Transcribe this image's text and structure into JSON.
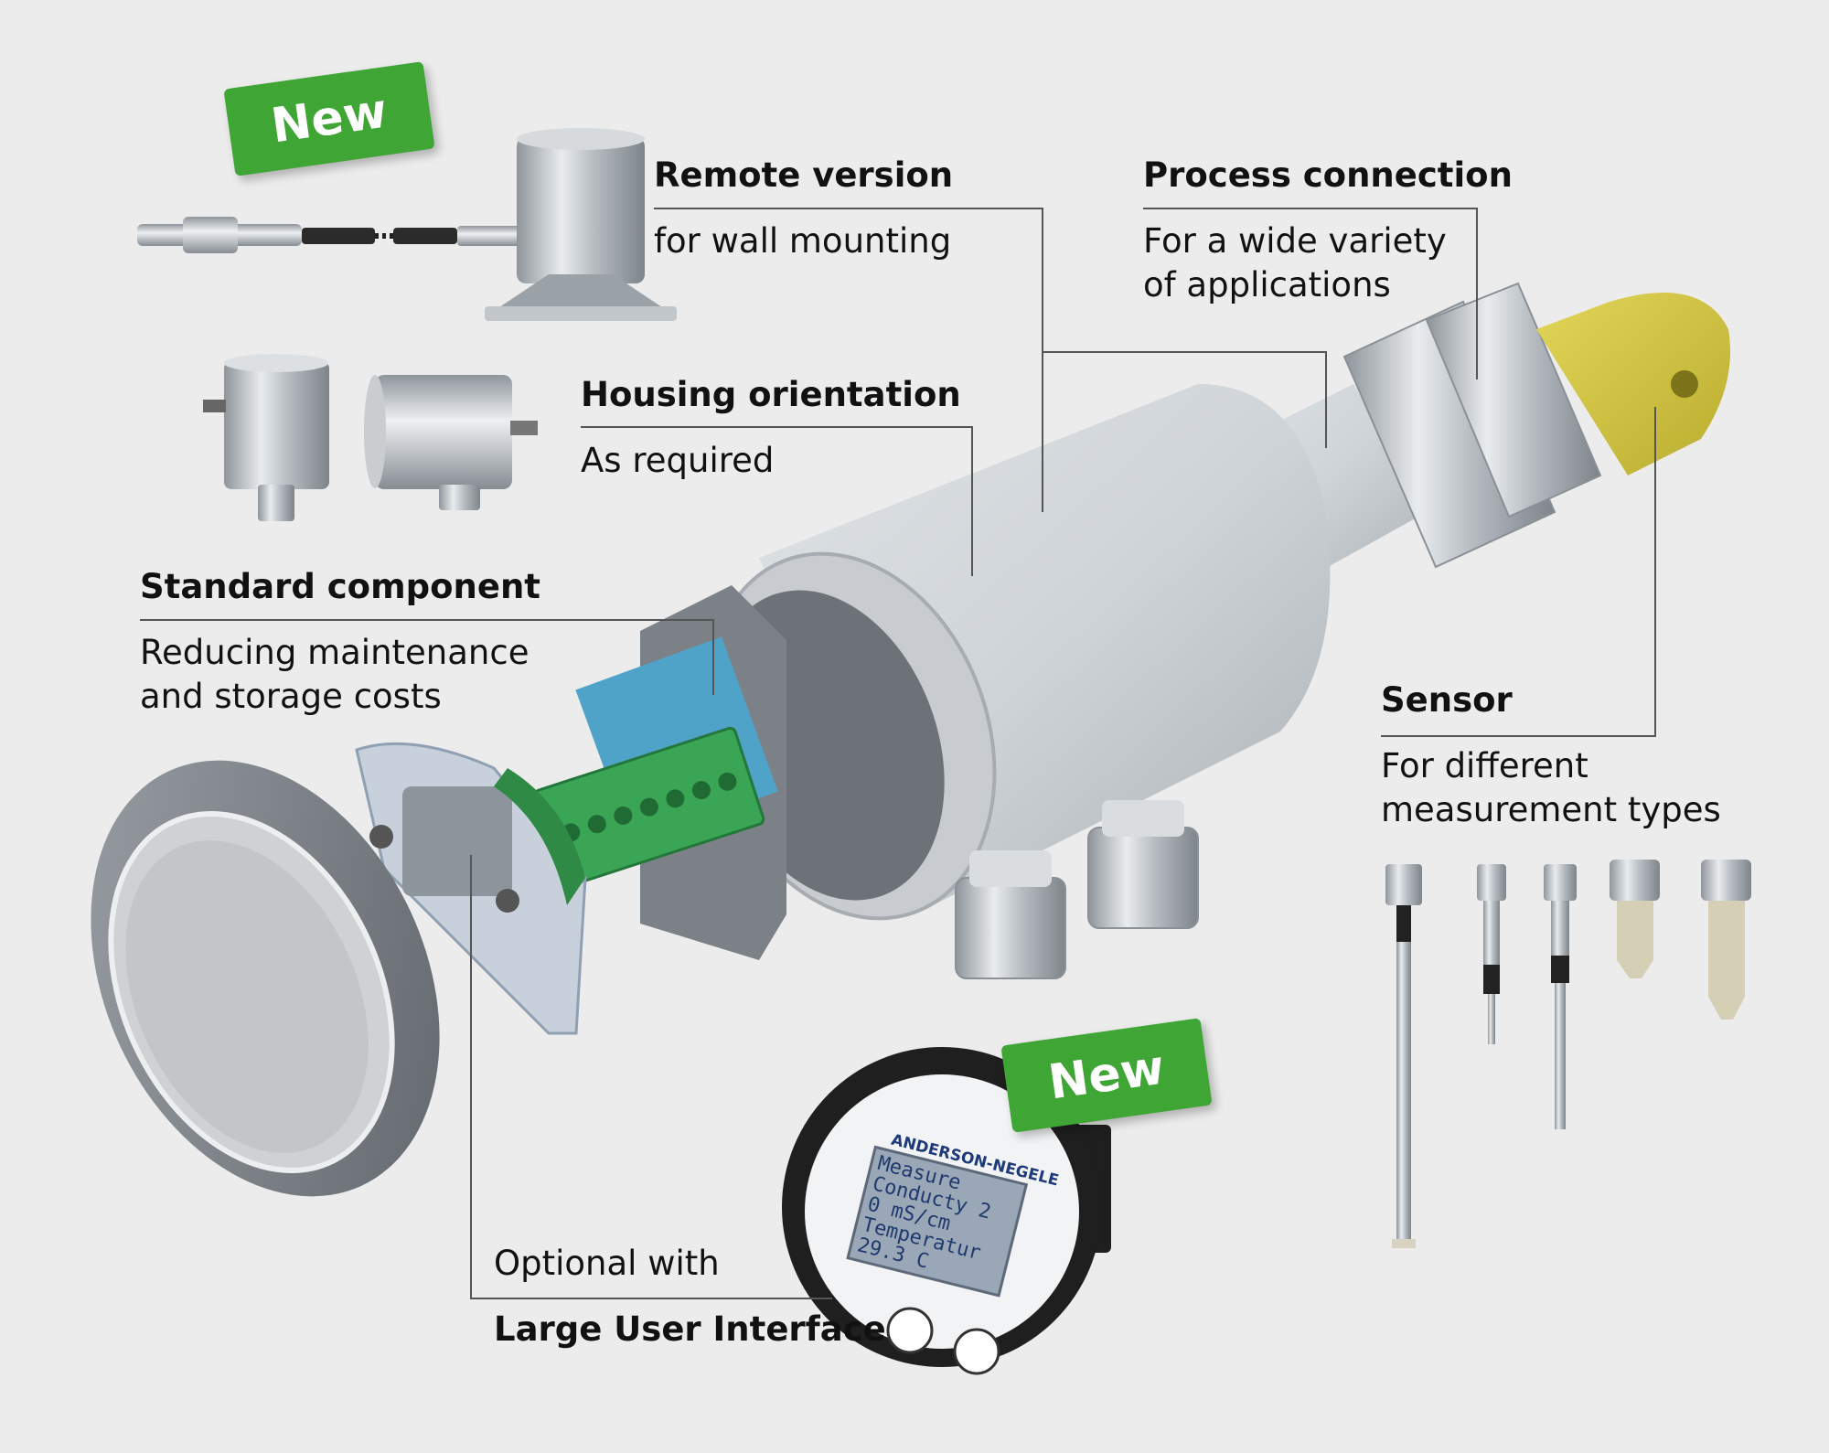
{
  "badges": {
    "remote_new": "New",
    "lui_new": "New"
  },
  "labels": {
    "remote": {
      "title": "Remote version",
      "sub": "for wall mounting"
    },
    "process": {
      "title": "Process connection",
      "sub1": "For a wide variety",
      "sub2": "of applications"
    },
    "housing": {
      "title": "Housing orientation",
      "sub": "As required"
    },
    "standard": {
      "title": "Standard component",
      "sub1": "Reducing maintenance",
      "sub2": "and storage costs"
    },
    "sensor": {
      "title": "Sensor",
      "sub1": "For different",
      "sub2": "measurement types"
    },
    "lui": {
      "sub": "Optional with",
      "title": "Large User Interface"
    }
  },
  "display": {
    "brand": "ANDERSON-NEGELE",
    "lines": [
      "Measure",
      "Conducty 2",
      "0 mS/cm",
      "Temperatur",
      "29.3 C"
    ]
  },
  "colors": {
    "badge": "#3fa535",
    "background": "#ececec",
    "housing": "#cdd2d6",
    "yellow_connector": "#d6c93f",
    "terminal_green": "#3aa655"
  }
}
